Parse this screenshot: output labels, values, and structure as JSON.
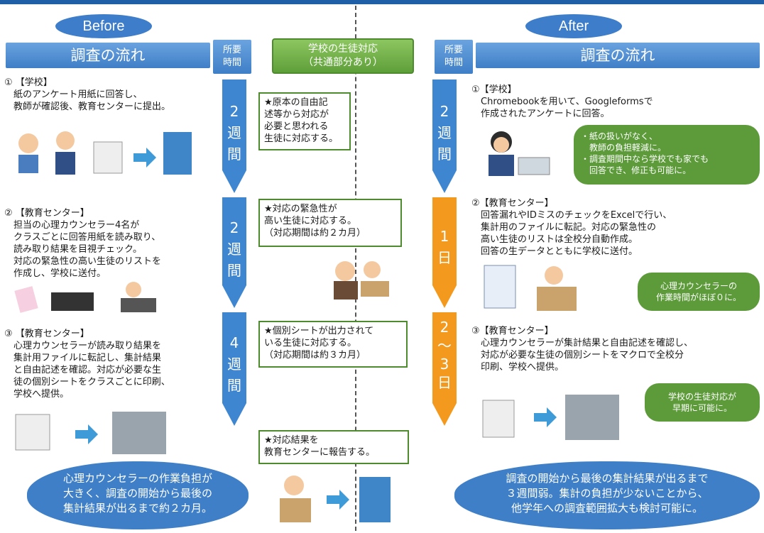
{
  "before_label": "Before",
  "after_label": "After",
  "flow_header_left": "調査の流れ",
  "flow_header_right": "調査の流れ",
  "time_header_left": "所要\n時間",
  "time_header_right": "所要\n時間",
  "center_header": "学校の生徒対応\n（共通部分あり）",
  "before_steps": [
    "① 【学校】\n　紙のアンケート用紙に回答し、\n　教師が確認後、教育センターに提出。",
    "② 【教育センター】\n　担当の心理カウンセラー4名が\n　クラスごとに回答用紙を読み取り、\n　読み取り結果を目視チェック。\n　対応の緊急性の高い生徒のリストを\n　作成し、学校に送付。",
    "③ 【教育センター】\n　心理カウンセラーが読み取り結果を\n　集計用ファイルに転記し、集計結果\n　と自由記述を確認。対応が必要な生\n　徒の個別シートをクラスごとに印刷、\n　学校へ提供。"
  ],
  "before_times": [
    "2\n週\n間",
    "2\n週\n間",
    "4\n週\n間"
  ],
  "center_boxes": [
    "★原本の自由記\n述等から対応が\n必要と思われる\n生徒に対応する。",
    "★対応の緊急性が\n高い生徒に対応する。\n（対応期間は約２カ月）",
    "★個別シートが出力されて\nいる生徒に対応する。\n（対応期間は約３カ月）",
    "★対応結果を\n教育センターに報告する。"
  ],
  "after_times": [
    "2\n週\n間",
    "1\n日",
    "2\n〜\n3\n日"
  ],
  "after_steps": [
    "①【学校】\n　Chromebookを用いて、Googleformsで\n　作成されたアンケートに回答。",
    "②【教育センター】\n　回答漏れやIDミスのチェックをExcelで行い、\n　集計用のファイルに転記。対応の緊急性の\n　高い生徒のリストは全校分自動作成。\n　回答の生データとともに学校に送付。",
    "③【教育センター】\n　心理カウンセラーが集計結果と自由記述を確認し、\n　対応が必要な生徒の個別シートをマクロで全校分\n　印刷、学校へ提供。"
  ],
  "after_callouts": [
    "・紙の扱いがなく、\n　教師の負担軽減に。\n・調査期間中なら学校でも家でも\n　回答でき、修正も可能に。",
    "心理カウンセラーの\n作業時間がほぼ０に。",
    "学校の生徒対応が\n早期に可能に。"
  ],
  "before_summary": "心理カウンセラーの作業負担が\n大きく、調査の開始から最後の\n集計結果が出るまで約２カ月。",
  "after_summary": "調査の開始から最後の集計結果が出るまで\n３週間弱。集計の負担が少ないことから、\n他学年への調査範囲拡大も検討可能に。",
  "colors": {
    "blue": "#3f7fc7",
    "green": "#5c9a3a",
    "orange": "#f39a1e"
  }
}
